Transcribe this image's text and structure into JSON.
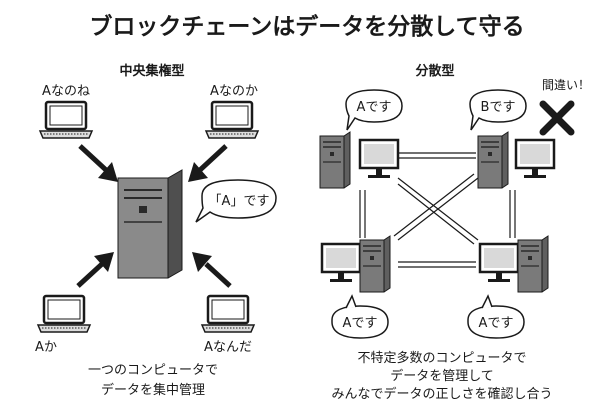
{
  "title": "ブロックチェーンはデータを分散して守る",
  "centralized": {
    "heading": "中央集権型",
    "clients": {
      "top_left": "Aなのね",
      "top_right": "Aなのか",
      "bottom_left": "Aか",
      "bottom_right": "Aなんだ"
    },
    "server_bubble": "「A」です",
    "caption": [
      "一つのコンピュータで",
      "データを集中管理"
    ]
  },
  "distributed": {
    "heading": "分散型",
    "nodes": {
      "top_left": "Aです",
      "top_right": "Bです",
      "bottom_left": "Aです",
      "bottom_right": "Aです"
    },
    "error_label": "間違い！",
    "caption": [
      "不特定多数のコンピュータで",
      "データを管理して",
      "みんなでデータの正しさを確認し合う"
    ]
  },
  "colors": {
    "ink": "#1a1a1a",
    "tower_dark": "#5f5f5f",
    "tower_light": "#8a8a8a",
    "screen": "#d9d9d9",
    "arrow": "#1a1a1a"
  }
}
